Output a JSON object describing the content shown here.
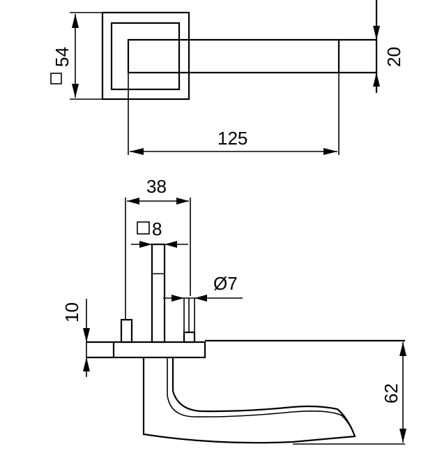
{
  "dimensions": {
    "square_54": "54",
    "height_20": "20",
    "length_125": "125",
    "width_38": "38",
    "square_8": "8",
    "diameter_7": "Ø7",
    "thickness_10": "10",
    "height_62": "62"
  }
}
